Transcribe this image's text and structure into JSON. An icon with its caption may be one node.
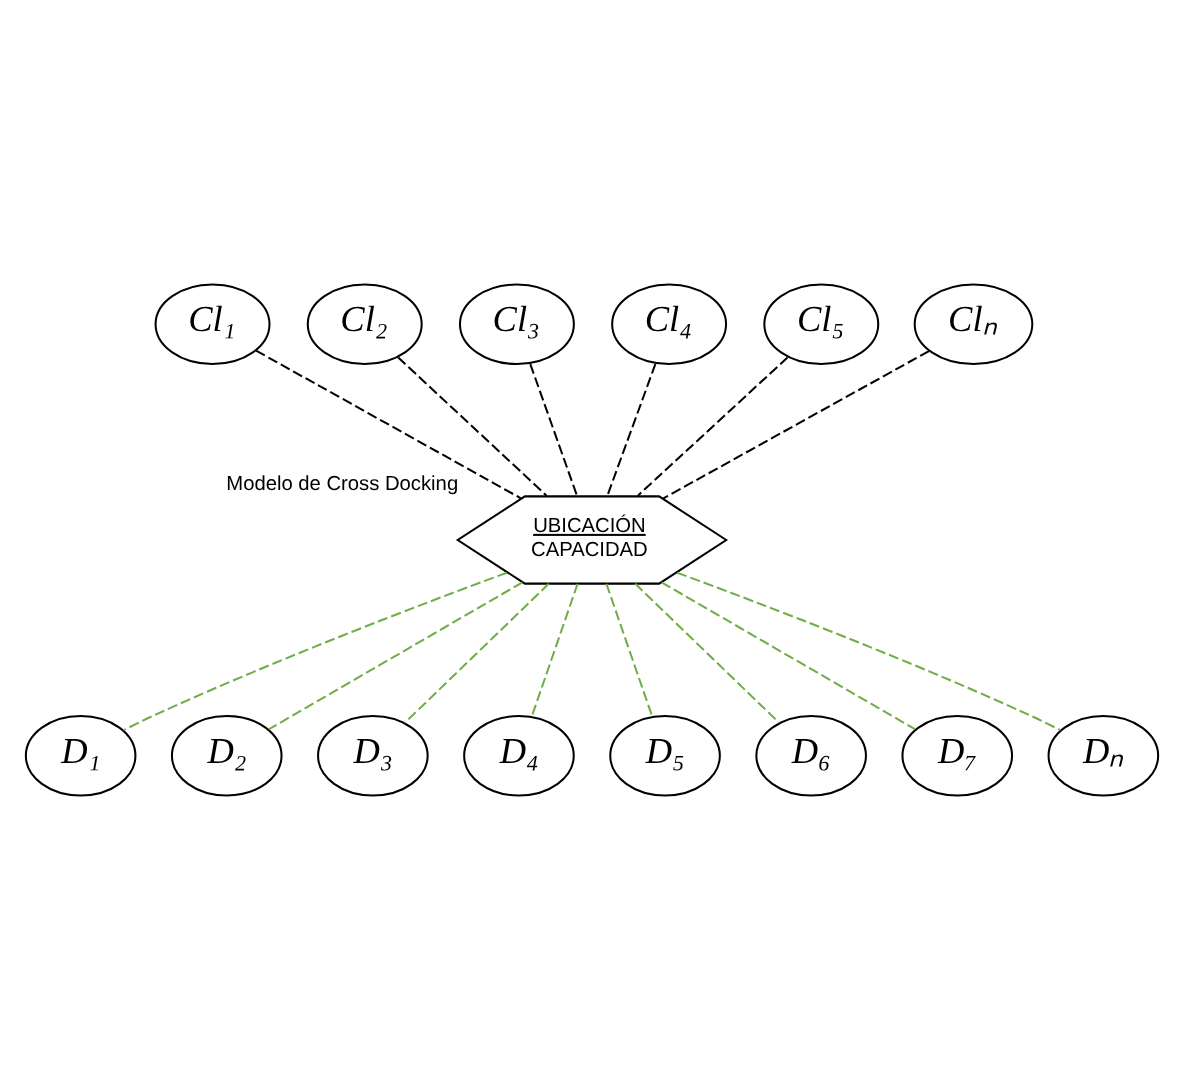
{
  "diagram": {
    "nodes": [
      {
        "text": [
          "Cl₁"
        ]
      },
      {
        "text": [
          "Cl₂"
        ]
      },
      {
        "text": [
          "Cl₃"
        ]
      },
      {
        "text": [
          "Cl₄"
        ]
      },
      {
        "text": [
          "Cl₅"
        ]
      },
      {
        "text": [
          "Clₙ"
        ]
      },
      {
        "text": [
          "UBICACIÓN",
          "CAPACIDAD"
        ],
        "beside": [
          "Modelo de Cross Docking"
        ]
      },
      {
        "text": [
          "D₁"
        ]
      },
      {
        "text": [
          "D₂"
        ]
      },
      {
        "text": [
          "D₃"
        ]
      },
      {
        "text": [
          "D₄"
        ]
      },
      {
        "text": [
          "D₅"
        ]
      },
      {
        "text": [
          "D₆"
        ]
      },
      {
        "text": [
          "D₇"
        ]
      },
      {
        "text": [
          "Dₙ"
        ]
      }
    ],
    "edges": [
      {
        "from": 0,
        "to": 6,
        "arrow": "none",
        "style": "dashed",
        "color": "#000000"
      },
      {
        "from": 1,
        "to": 6,
        "arrow": "none",
        "style": "dashed",
        "color": "#000000"
      },
      {
        "from": 2,
        "to": 6,
        "arrow": "none",
        "style": "dashed",
        "color": "#000000"
      },
      {
        "from": 3,
        "to": 6,
        "arrow": "none",
        "style": "dashed",
        "color": "#000000"
      },
      {
        "from": 4,
        "to": 6,
        "arrow": "none",
        "style": "dashed",
        "color": "#000000"
      },
      {
        "from": 5,
        "to": 6,
        "arrow": "none",
        "style": "dashed",
        "color": "#000000"
      },
      {
        "from": 6,
        "to": 7,
        "arrow": "none",
        "style": "dashed",
        "color": "#70ad47"
      },
      {
        "from": 6,
        "to": 8,
        "arrow": "none",
        "style": "dashed",
        "color": "#70ad47"
      },
      {
        "from": 6,
        "to": 9,
        "arrow": "none",
        "style": "dashed",
        "color": "#70ad47"
      },
      {
        "from": 6,
        "to": 10,
        "arrow": "none",
        "style": "dashed",
        "color": "#70ad47"
      },
      {
        "from": 6,
        "to": 11,
        "arrow": "none",
        "style": "dashed",
        "color": "#70ad47"
      },
      {
        "from": 6,
        "to": 12,
        "arrow": "none",
        "style": "dashed",
        "color": "#70ad47"
      },
      {
        "from": 6,
        "to": 13,
        "arrow": "none",
        "style": "dashed",
        "color": "#70ad47"
      },
      {
        "from": 6,
        "to": 14,
        "arrow": "none",
        "style": "dashed",
        "color": "#70ad47"
      }
    ]
  }
}
